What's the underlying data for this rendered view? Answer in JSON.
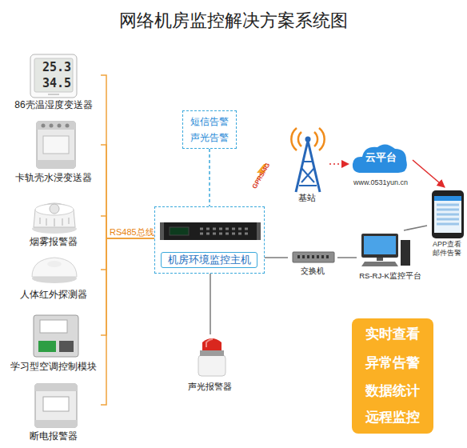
{
  "diagram": {
    "title": "网络机房监控解决方案系统图",
    "nodes": [
      {
        "text": [
          "86壳温湿度变送器"
        ]
      },
      {
        "text": [
          "卡轨壳水浸变送器"
        ]
      },
      {
        "text": [
          "烟雾报警器"
        ]
      },
      {
        "text": [
          "人体红外探测器"
        ]
      },
      {
        "text": [
          "学习型空调控制模块"
        ]
      },
      {
        "text": [
          "断电报警器"
        ]
      },
      {
        "text": [
          "短信告警",
          "声光告警"
        ]
      },
      {
        "text": [
          "机房环境监控主机"
        ]
      },
      {
        "text": [
          "基站"
        ]
      },
      {
        "text": [
          "云平台",
          "www.0531yun.cn"
        ]
      },
      {
        "text": [
          "APP查看 邮件告警"
        ]
      },
      {
        "text": [
          "交换机"
        ]
      },
      {
        "text": [
          "RS-RJ-K监控平台"
        ]
      },
      {
        "text": [
          "声光报警器"
        ]
      },
      {
        "text": [
          "实时查看",
          "异常告警",
          "数据统计",
          "远程监控"
        ]
      }
    ],
    "edges": [
      {
        "from": 0,
        "to": 7,
        "arrow": "none"
      },
      {
        "from": 1,
        "to": 7,
        "arrow": "none"
      },
      {
        "from": 2,
        "to": 7,
        "label": "RS485总线",
        "arrow": "none"
      },
      {
        "from": 3,
        "to": 7,
        "arrow": "none"
      },
      {
        "from": 4,
        "to": 7,
        "arrow": "none"
      },
      {
        "from": 5,
        "to": 7,
        "arrow": "none"
      },
      {
        "from": 6,
        "to": 7,
        "arrow": "none"
      },
      {
        "from": 7,
        "to": 13,
        "arrow": "none"
      },
      {
        "from": 8,
        "to": 9,
        "arrow": "to"
      },
      {
        "from": 9,
        "to": 10,
        "arrow": "to"
      },
      {
        "from": 7,
        "to": 11,
        "arrow": "none"
      },
      {
        "from": 11,
        "to": 12,
        "arrow": "none"
      },
      {
        "from": 12,
        "to": 10,
        "arrow": "none"
      }
    ],
    "labels": [
      "GPRS/4G",
      "25.3",
      "34.5"
    ]
  }
}
